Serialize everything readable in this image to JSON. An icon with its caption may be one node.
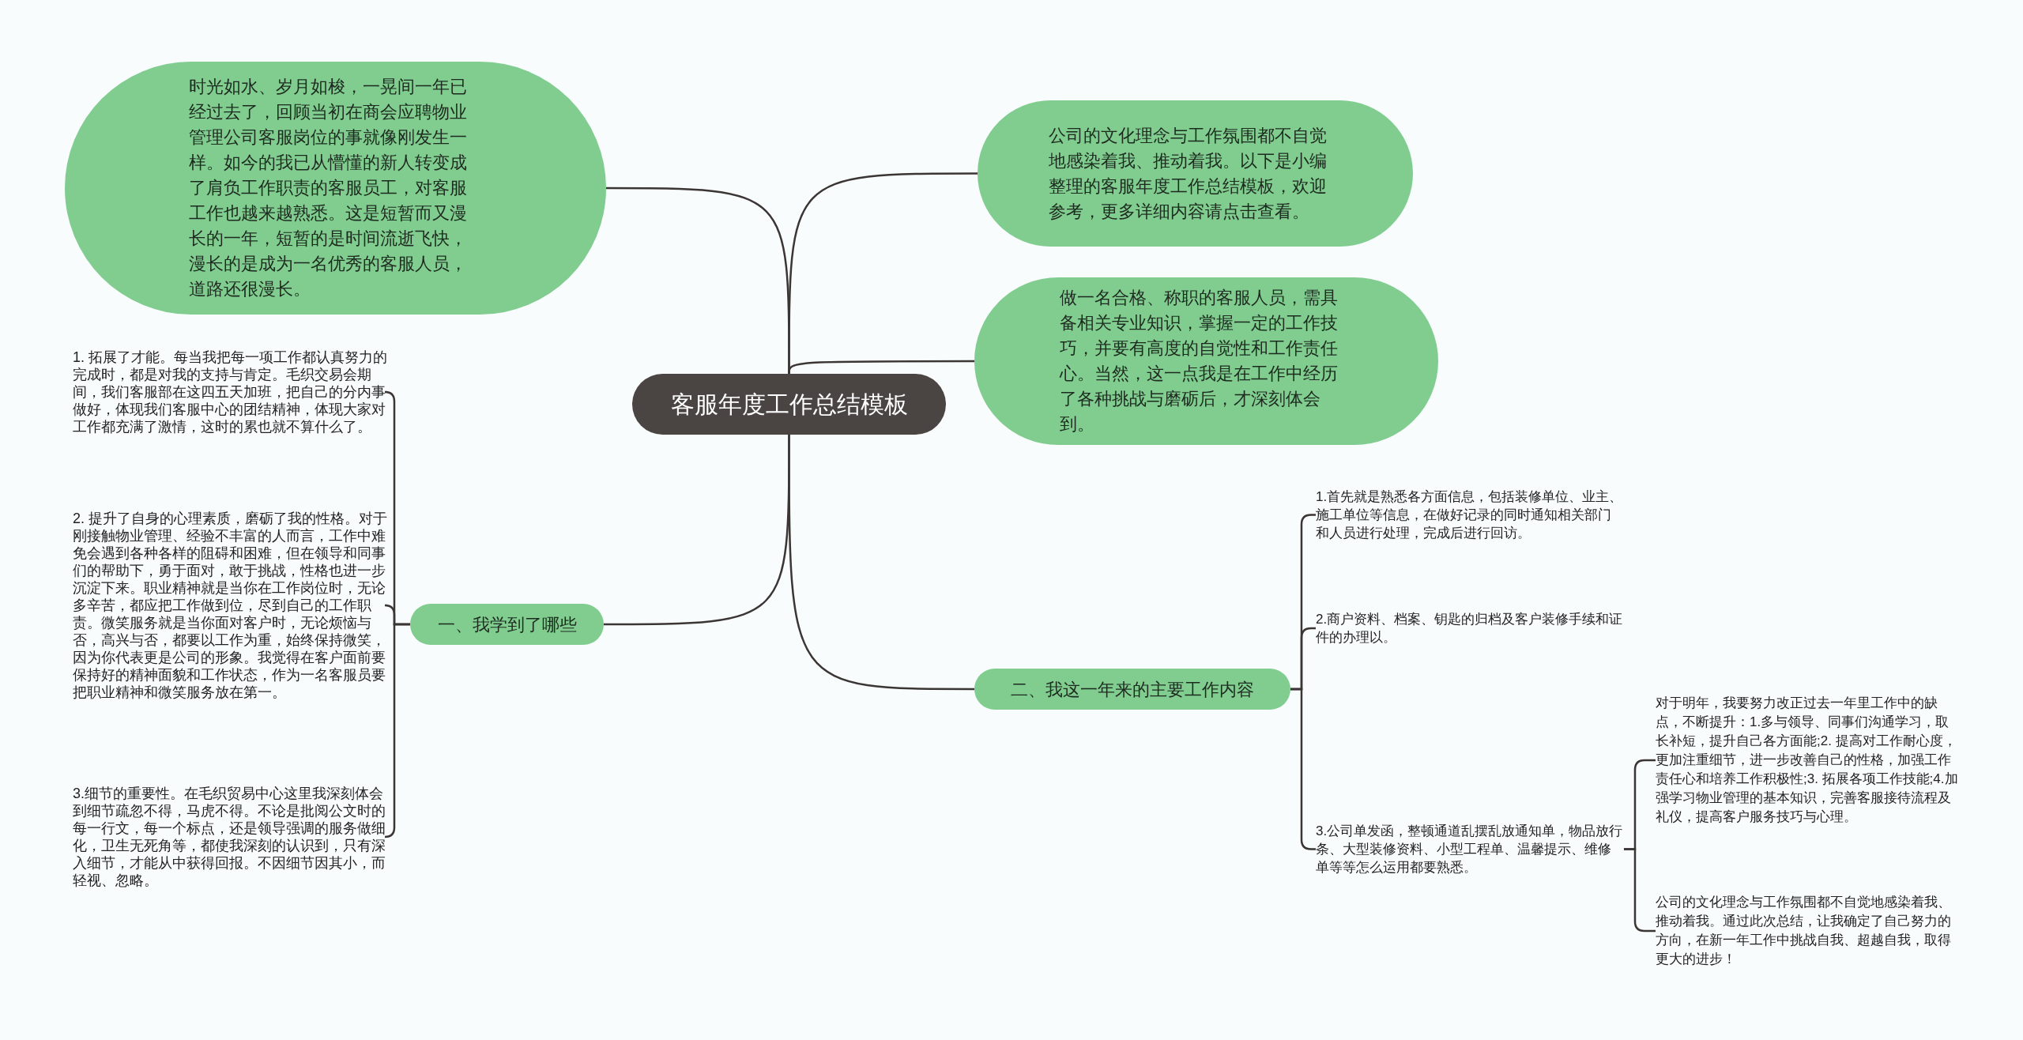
{
  "diagram": {
    "nodes": [
      {
        "text": [
          "客服年度工作总结模板"
        ]
      },
      {
        "text": [
          "时光如水、岁月如梭，一晃间一年已经过去了，回顾当初在商会应聘物业管理公司客服岗位的事就像刚发生一样。如今的我已从懵懂的新人转变成了肩负工作职责的客服员工，对客服工作也越来越熟悉。这是短暂而又漫长的一年，短暂的是时间流逝飞快，漫长的是成为一名优秀的客服人员，道路还很漫长。"
        ]
      },
      {
        "text": [
          "公司的文化理念与工作氛围都不自觉地感染着我、推动着我。以下是小编整理的客服年度工作总结模板，欢迎参考，更多详细内容请点击查看。"
        ]
      },
      {
        "text": [
          "做一名合格、称职的客服人员，需具备相关专业知识，掌握一定的工作技巧，并要有高度的自觉性和工作责任心。当然，这一点我是在工作中经历了各种挑战与磨砺后，才深刻体会到。"
        ]
      },
      {
        "text": [
          "一、我学到了哪些"
        ]
      },
      {
        "text": [
          "1. 拓展了才能。每当我把每一项工作都认真努力的完成时，都是对我的支持与肯定。毛织交易会期间，我们客服部在这四五天加班，把自己的分内事做好，体现我们客服中心的团结精神，体现大家对工作都充满了激情，这时的累也就不算什么了。"
        ]
      },
      {
        "text": [
          "2. 提升了自身的心理素质，磨砺了我的性格。对于刚接触物业管理、经验不丰富的人而言，工作中难免会遇到各种各样的阻碍和困难，但在领导和同事们的帮助下，勇于面对，敢于挑战，性格也进一步沉淀下来。职业精神就是当你在工作岗位时，无论多辛苦，都应把工作做到位，尽到自己的工作职责。微笑服务就是当你面对客户时，无论烦恼与否，高兴与否，都要以工作为重，始终保持微笑，因为你代表更是公司的形象。我觉得在客户面前要保持好的精神面貌和工作状态，作为一名客服员要把职业精神和微笑服务放在第一。"
        ]
      },
      {
        "text": [
          "3.细节的重要性。在毛织贸易中心这里我深刻体会到细节疏忽不得，马虎不得。不论是批阅公文时的每一行文，每一个标点，还是领导强调的服务做细化，卫生无死角等，都使我深刻的认识到，只有深入细节，才能从中获得回报。不因细节因其小，而轻视、忽略。"
        ]
      },
      {
        "text": [
          "二、我这一年来的主要工作内容"
        ]
      },
      {
        "text": [
          "1.首先就是熟悉各方面信息，包括装修单位、业主、施工单位等信息，在做好记录的同时通知相关部门和人员进行处理，完成后进行回访。"
        ]
      },
      {
        "text": [
          "2.商户资料、档案、钥匙的归档及客户装修手续和证件的办理以。"
        ]
      },
      {
        "text": [
          "3.公司单发函，整顿通道乱摆乱放通知单，物品放行条、大型装修资料、小型工程单、温馨提示、维修单等等怎么运用都要熟悉。"
        ]
      },
      {
        "text": [
          "对于明年，我要努力改正过去一年里工作中的缺点，不断提升：1.多与领导、同事们沟通学习，取长补短，提升自己各方面能;2. 提高对工作耐心度，更加注重细节，进一步改善自己的性格，加强工作责任心和培养工作积极性;3. 拓展各项工作技能;4.加强学习物业管理的基本知识，完善客服接待流程及礼仪，提高客户服务技巧与心理。"
        ]
      },
      {
        "text": [
          "公司的文化理念与工作氛围都不自觉地感染着我、推动着我。通过此次总结，让我确定了自己努力的方向，在新一年工作中挑战自我、超越自我，取得更大的进步！"
        ]
      }
    ],
    "edges": [
      {
        "from": 0,
        "to": 1,
        "arrow": "none"
      },
      {
        "from": 0,
        "to": 2,
        "arrow": "none"
      },
      {
        "from": 0,
        "to": 3,
        "arrow": "none"
      },
      {
        "from": 0,
        "to": 4,
        "arrow": "none"
      },
      {
        "from": 0,
        "to": 8,
        "arrow": "none"
      },
      {
        "from": 4,
        "to": 5,
        "arrow": "none"
      },
      {
        "from": 4,
        "to": 6,
        "arrow": "none"
      },
      {
        "from": 4,
        "to": 7,
        "arrow": "none"
      },
      {
        "from": 8,
        "to": 9,
        "arrow": "none"
      },
      {
        "from": 8,
        "to": 10,
        "arrow": "none"
      },
      {
        "from": 8,
        "to": 11,
        "arrow": "none"
      },
      {
        "from": 11,
        "to": 12,
        "arrow": "none"
      },
      {
        "from": 11,
        "to": 13,
        "arrow": "none"
      }
    ]
  }
}
